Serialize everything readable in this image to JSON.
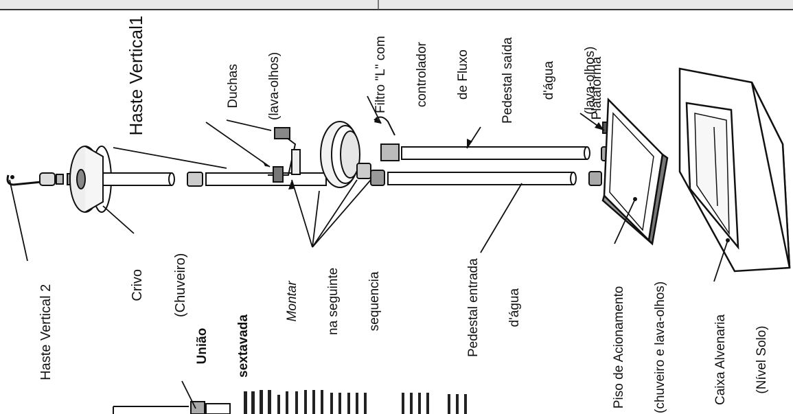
{
  "labels": {
    "haste_vertical_2": "Haste Vertical 2",
    "crivo_1": "Crivo",
    "crivo_2": "(Chuveiro)",
    "haste_vertical_1": "Haste Vertical1",
    "duchas_1": "Duchas",
    "duchas_2": "(lava-olhos)",
    "montar_1": "Montar",
    "montar_2": "na seguinte",
    "montar_3": "sequencia",
    "filtro_1": "Filtro \"L\" com",
    "filtro_2": "controlador",
    "filtro_3": "de Fluxo",
    "ped_saida_1": "Pedestal saída",
    "ped_saida_2": "d'água",
    "ped_saida_3": "(lava-olhos)",
    "ped_entrada_1": "Pedestal entrada",
    "ped_entrada_2": "d'água",
    "plataforma": "Plataforma",
    "piso_1": "Piso de Acionamento",
    "piso_2": "(chuveiro e lava-olhos)",
    "caixa_1": "Caixa Alvenaria",
    "caixa_2": "(Nível Solo)",
    "uniao_1": "União",
    "uniao_2": "sextavada"
  }
}
